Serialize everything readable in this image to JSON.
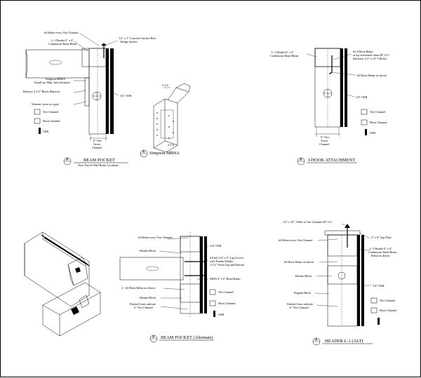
{
  "details": [
    {
      "id": "beam-pocket",
      "bubble": "A",
      "title": "BEAM POCKET",
      "subtitle": "Near Top-of-Wall Beam Locations",
      "labels": {
        "rebar_vert": "#4 Rebar every Vert Channel",
        "header": "L-1 Header  6\" x 6\"",
        "header2": "Continuous Bond Beam",
        "anchor": "1/2\" x 3\" Concrete Anchor Bolt",
        "anchor2": "Wedge Anchor",
        "mbha": "Simpson MBHA",
        "mbha2": "Install per Mfg. Specifications",
        "remove": "Remove 2-1/2\" Block Material",
        "waterm": "Waterm. bytes or equal",
        "osb": "3/4\" OSB",
        "vert_channel": "6\" Vert",
        "grout": "Grout",
        "channel": "Channel"
      }
    },
    {
      "id": "simpson-mbha",
      "bubble": "A",
      "title": "Simpson MBHA",
      "labels": {
        "dim_top": "3-1/2",
        "dim_bot": "2-1/4"
      }
    },
    {
      "id": "j-hook",
      "bubble": "A",
      "title": "J-HOOK ATTACHMENT",
      "labels": {
        "header": "L-1 Header  6\" x 6\"",
        "header2": "Continuous Bond Beam",
        "hook1": "#4 J-Hook Rebar",
        "hook2": "at top horizontal rebar 48\" O.C.",
        "hook3": "(between 1/2\" x 10\" J-Bolts)",
        "rebar": "#4 Horiz Rebar as shown",
        "osb": "3/4\" OSB",
        "vert_channel": "6\" Vert",
        "grout": "Grout",
        "channel": "Channel"
      }
    },
    {
      "id": "beam-pocket-alt",
      "bubble": "A",
      "title": "BEAM POCKET (Alternate)",
      "labels": {
        "rebar_vert": "#4 Rebar every Vert Channel",
        "header_block": "Header Block",
        "osb": "3/4\" OSB",
        "lag1": "# Each 3/4\" x 6\" Lag Screws",
        "lag2": "with Fender Washer",
        "lag3": "1-1/2\" From Top and Bottom",
        "bond_beam": "MDO 6\" x 6\" Bond Beam",
        "horiz": "2 - #4 Horiz Rebar as shown",
        "header_block2": "Header Block",
        "dashed1": "Dashed Lines indicate",
        "dashed2": "6\" Vert Channel"
      }
    },
    {
      "id": "header-l1-alt",
      "bubble": "A",
      "title": "HEADER L-1 (ALT)",
      "labels": {
        "jbolt": "1/2\" x 10\" J-Bolt in Vert Channel 48\" O.C.",
        "top_plate": "2\" x 6\" Top Plate",
        "rebar_vert": "#4 Rebar every Vert Channel",
        "l1a": "L-1 Header  6\" x 6\"",
        "l1b": "Continuous Bond Beam",
        "l1c": "Rebar as shown",
        "horiz": "#4 Horiz Rebar as shown",
        "header_block": "Header Block",
        "osb": "3/4\" OSB",
        "regular": "Regular Block",
        "dashed1": "Dashed Lines indicate",
        "dashed2": "6\" Vert Channel"
      }
    }
  ],
  "legend": {
    "vert": "Vert Channel",
    "horiz": "Horiz Channel",
    "osb": "OSB"
  }
}
